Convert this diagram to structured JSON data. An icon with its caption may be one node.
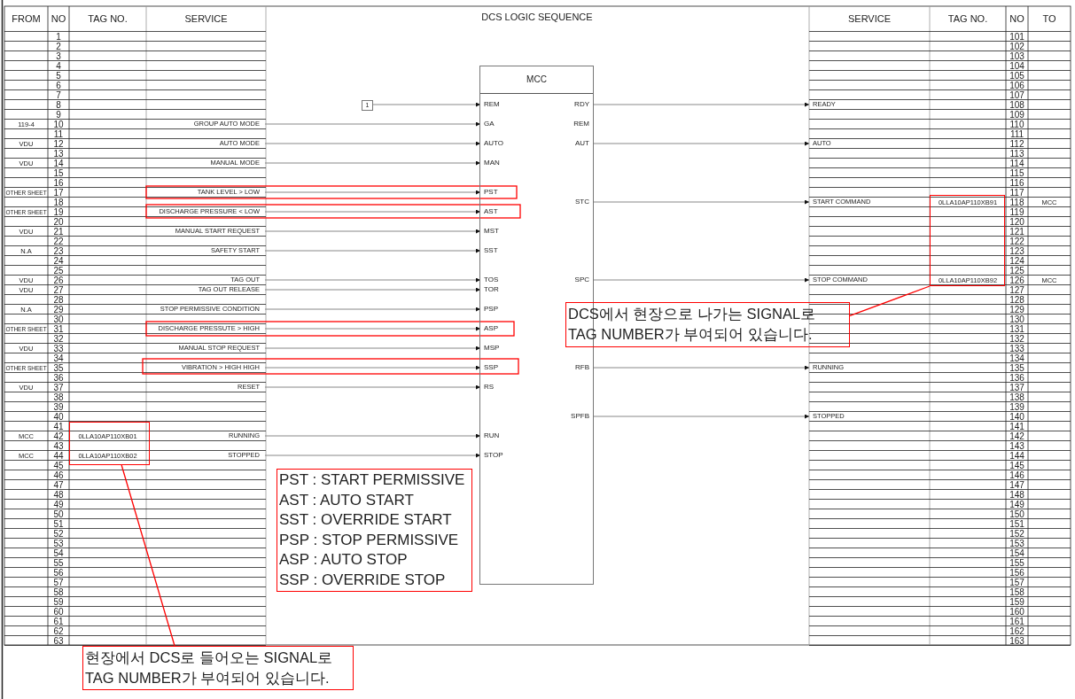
{
  "diagram": {
    "title": "DCS LOGIC SEQUENCE",
    "nodes": [
      {
        "text": [
          "MCC"
        ]
      },
      {
        "text": [
          "REM"
        ],
        "in": 0
      },
      {
        "text": [
          "GA"
        ],
        "in": 0
      },
      {
        "text": [
          "AUTO"
        ],
        "in": 0
      },
      {
        "text": [
          "MAN"
        ],
        "in": 0
      },
      {
        "text": [
          "PST"
        ],
        "in": 0
      },
      {
        "text": [
          "AST"
        ],
        "in": 0
      },
      {
        "text": [
          "MST"
        ],
        "in": 0
      },
      {
        "text": [
          "SST"
        ],
        "in": 0
      },
      {
        "text": [
          "TOS"
        ],
        "in": 0
      },
      {
        "text": [
          "TOR"
        ],
        "in": 0
      },
      {
        "text": [
          "PSP"
        ],
        "in": 0
      },
      {
        "text": [
          "ASP"
        ],
        "in": 0
      },
      {
        "text": [
          "MSP"
        ],
        "in": 0
      },
      {
        "text": [
          "SSP"
        ],
        "in": 0
      },
      {
        "text": [
          "RS"
        ],
        "in": 0
      },
      {
        "text": [
          "RUN"
        ],
        "in": 0
      },
      {
        "text": [
          "STOP"
        ],
        "in": 0
      },
      {
        "text": [
          "RDY"
        ],
        "in": 0
      },
      {
        "text": [
          "REM"
        ],
        "in": 0
      },
      {
        "text": [
          "AUT"
        ],
        "in": 0
      },
      {
        "text": [
          "STC"
        ],
        "in": 0
      },
      {
        "text": [
          "SPC"
        ],
        "in": 0
      },
      {
        "text": [
          "RFB"
        ],
        "in": 0
      },
      {
        "text": [
          "SPFB"
        ],
        "in": 0
      },
      {
        "text": [
          "1"
        ]
      },
      {
        "text": [
          "GROUP AUTO MODE"
        ]
      },
      {
        "text": [
          "AUTO MODE"
        ]
      },
      {
        "text": [
          "MANUAL MODE"
        ]
      },
      {
        "text": [
          "TANK LEVEL > LOW"
        ]
      },
      {
        "text": [
          "DISCHARGE PRESSURE < LOW"
        ]
      },
      {
        "text": [
          "MANUAL START REQUEST"
        ]
      },
      {
        "text": [
          "SAFETY START"
        ]
      },
      {
        "text": [
          "TAG OUT"
        ]
      },
      {
        "text": [
          "TAG OUT RELEASE"
        ]
      },
      {
        "text": [
          "STOP PERMISSIVE CONDITION"
        ]
      },
      {
        "text": [
          "DISCHARGE PRESSUTE > HIGH"
        ]
      },
      {
        "text": [
          "MANUAL STOP REQUEST"
        ]
      },
      {
        "text": [
          "VIBRATION > HIGH HIGH"
        ]
      },
      {
        "text": [
          "RESET"
        ]
      },
      {
        "text": [
          "RUNNING"
        ]
      },
      {
        "text": [
          "STOPPED"
        ]
      },
      {
        "text": [
          "READY"
        ]
      },
      {
        "text": [
          "AUTO"
        ]
      },
      {
        "text": [
          "START COMMAND"
        ]
      },
      {
        "text": [
          "STOP COMMAND"
        ]
      },
      {
        "text": [
          "RUNNING"
        ]
      },
      {
        "text": [
          "STOPPED"
        ]
      },
      {
        "text": [],
        "shape": "box"
      },
      {
        "text": [],
        "shape": "box"
      },
      {
        "text": [
          "PST : START PERMISSIVE",
          "AST : AUTO START",
          "SST : OVERRIDE START",
          "PSP : STOP PERMISSIVE",
          "ASP : AUTO STOP",
          "SSP : OVERRIDE STOP"
        ]
      },
      {
        "text": [
          "DCS에서 현장으로 나가는 SIGNAL로 TAG NUMBER가 부여되어 있습니다."
        ]
      },
      {
        "text": [
          "현장에서 DCS로 들어오는 SIGNAL로 TAG NUMBER가 부여되어 있습니다."
        ]
      }
    ],
    "edges": [
      {
        "from": 25,
        "to": 1,
        "arrow": "to"
      },
      {
        "from": 26,
        "to": 2,
        "arrow": "to"
      },
      {
        "from": 27,
        "to": 3,
        "arrow": "to"
      },
      {
        "from": 28,
        "to": 4,
        "arrow": "to"
      },
      {
        "from": 29,
        "to": 5,
        "arrow": "to"
      },
      {
        "from": 30,
        "to": 6,
        "arrow": "to"
      },
      {
        "from": 31,
        "to": 7,
        "arrow": "to"
      },
      {
        "from": 32,
        "to": 8,
        "arrow": "to"
      },
      {
        "from": 33,
        "to": 9,
        "arrow": "to"
      },
      {
        "from": 34,
        "to": 10,
        "arrow": "to"
      },
      {
        "from": 35,
        "to": 11,
        "arrow": "to"
      },
      {
        "from": 36,
        "to": 12,
        "arrow": "to"
      },
      {
        "from": 37,
        "to": 13,
        "arrow": "to"
      },
      {
        "from": 38,
        "to": 14,
        "arrow": "to"
      },
      {
        "from": 39,
        "to": 15,
        "arrow": "to"
      },
      {
        "from": 40,
        "to": 16,
        "arrow": "to"
      },
      {
        "from": 41,
        "to": 17,
        "arrow": "to"
      },
      {
        "from": 18,
        "to": 42,
        "arrow": "to"
      },
      {
        "from": 20,
        "to": 43,
        "arrow": "to"
      },
      {
        "from": 21,
        "to": 44,
        "arrow": "to"
      },
      {
        "from": 22,
        "to": 45,
        "arrow": "to"
      },
      {
        "from": 23,
        "to": 46,
        "arrow": "to"
      },
      {
        "from": 24,
        "to": 47,
        "arrow": "to"
      },
      {
        "from": 52,
        "to": 48,
        "arrow": "none",
        "color": "#ff0000"
      },
      {
        "from": 51,
        "to": 49,
        "arrow": "none",
        "color": "#ff0000"
      }
    ],
    "labels": [
      "FROM",
      "NO",
      "TAG NO.",
      "SERVICE",
      "SERVICE",
      "TAG NO.",
      "NO",
      "TO",
      "1",
      "2",
      "3",
      "4",
      "5",
      "6",
      "7",
      "8",
      "9",
      "119-4",
      "10",
      "11",
      "VDU",
      "12",
      "13",
      "VDU",
      "14",
      "15",
      "16",
      "OTHER SHEET",
      "17",
      "18",
      "OTHER SHEET",
      "19",
      "20",
      "VDU",
      "21",
      "22",
      "N.A",
      "23",
      "24",
      "25",
      "VDU",
      "26",
      "VDU",
      "27",
      "28",
      "N.A",
      "29",
      "30",
      "OTHER SHEET",
      "31",
      "32",
      "VDU",
      "33",
      "34",
      "OTHER SHEET",
      "35",
      "36",
      "VDU",
      "37",
      "38",
      "39",
      "40",
      "41",
      "MCC",
      "42",
      "0LLA10AP110XB01",
      "43",
      "MCC",
      "44",
      "0LLA10AP110XB02",
      "45",
      "46",
      "47",
      "48",
      "49",
      "50",
      "51",
      "52",
      "53",
      "54",
      "55",
      "56",
      "57",
      "58",
      "59",
      "60",
      "61",
      "62",
      "63",
      "101",
      "102",
      "103",
      "104",
      "105",
      "106",
      "107",
      "108",
      "109",
      "110",
      "111",
      "112",
      "113",
      "114",
      "115",
      "116",
      "117",
      "0LLA10AP110XB91",
      "118",
      "MCC",
      "119",
      "120",
      "121",
      "122",
      "123",
      "124",
      "125",
      "0LLA10AP110XB92",
      "126",
      "MCC",
      "127",
      "128",
      "129",
      "130",
      "131",
      "132",
      "133",
      "134",
      "135",
      "136",
      "137",
      "138",
      "139",
      "140",
      "141",
      "142",
      "143",
      "144",
      "145",
      "146",
      "147",
      "148",
      "149",
      "150",
      "151",
      "152",
      "153",
      "154",
      "155",
      "156",
      "157",
      "158",
      "159",
      "160",
      "161",
      "162",
      "163"
    ]
  }
}
